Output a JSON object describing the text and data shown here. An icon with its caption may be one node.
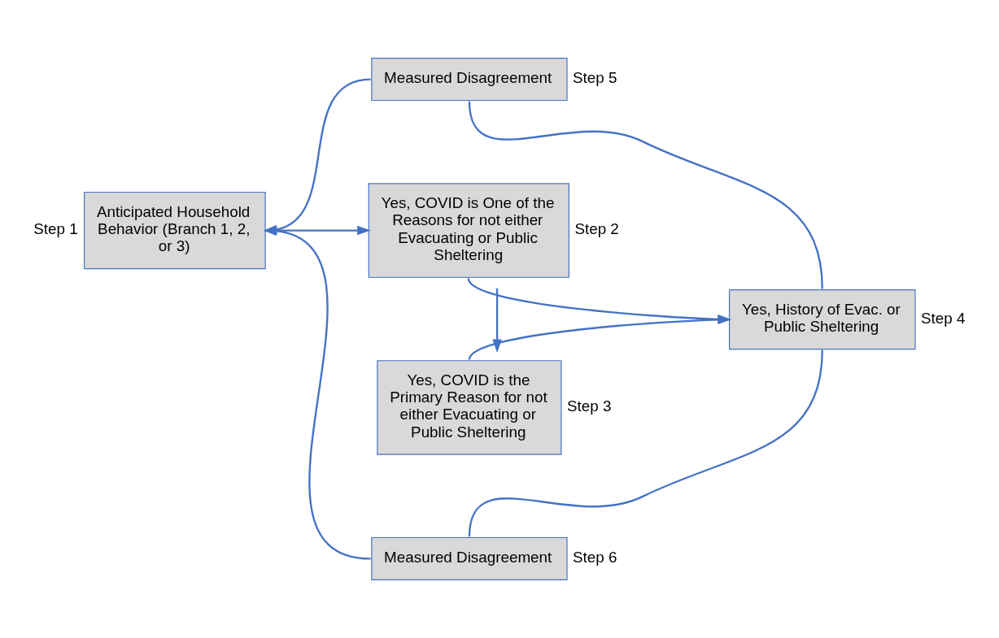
{
  "diagram": {
    "nodes": [
      {
        "text": [
          "Anticipated Household Behavior (Branch 1, 2, or 3)"
        ],
        "beside": [
          "Step 1"
        ]
      },
      {
        "text": [
          "Yes, COVID is One of the Reasons for not either Evacuating or Public Sheltering"
        ],
        "beside": [
          "Step 2"
        ]
      },
      {
        "text": [
          "Yes, COVID is the Primary Reason for not either Evacuating or Public Sheltering"
        ],
        "beside": [
          "Step 3"
        ]
      },
      {
        "text": [
          "Yes, History of Evac. or Public Sheltering"
        ],
        "beside": [
          "Step 4"
        ]
      },
      {
        "text": [
          "Measured Disagreement"
        ],
        "beside": [
          "Step 5"
        ]
      },
      {
        "text": [
          "Measured Disagreement"
        ],
        "beside": [
          "Step 6"
        ]
      }
    ],
    "edges": [
      {
        "from": 0,
        "to": 1,
        "arrow": "to"
      },
      {
        "from": 1,
        "to": 2,
        "arrow": "to"
      },
      {
        "from": 1,
        "to": 3,
        "arrow": "to"
      },
      {
        "from": 2,
        "to": 3,
        "arrow": "to"
      },
      {
        "from": 3,
        "to": 4,
        "arrow": "none"
      },
      {
        "from": 4,
        "to": 0,
        "arrow": "to"
      },
      {
        "from": 3,
        "to": 5,
        "arrow": "none"
      },
      {
        "from": 5,
        "to": 0,
        "arrow": "to"
      }
    ]
  }
}
